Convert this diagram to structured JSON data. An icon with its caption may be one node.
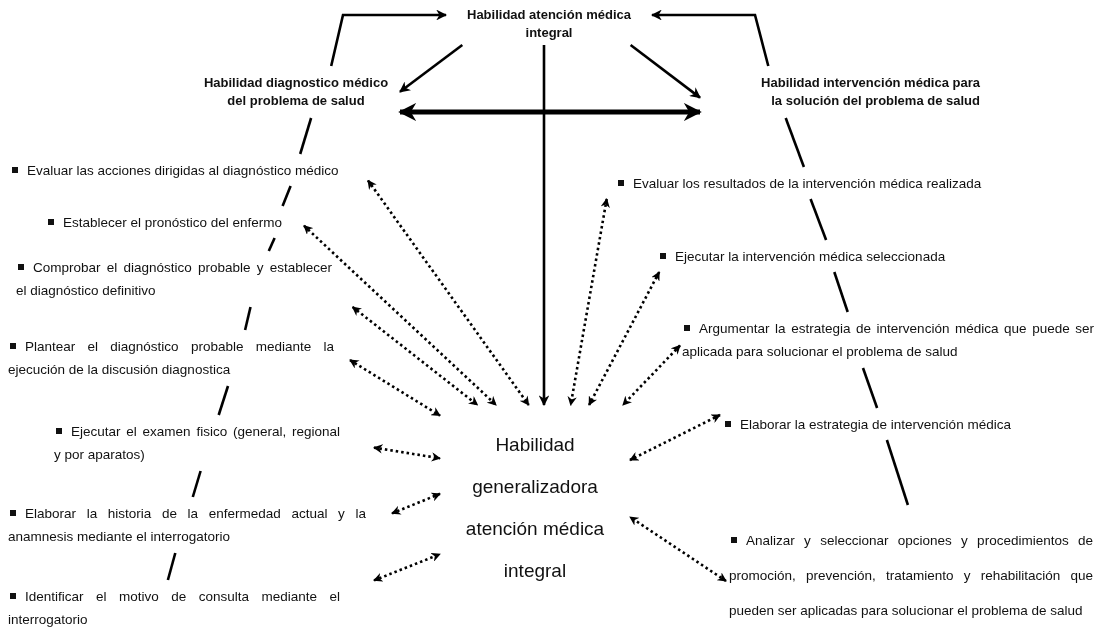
{
  "diagram": {
    "nodes": [
      {
        "text": [
          "Habilidad atención médica integral"
        ]
      },
      {
        "text": [
          "Habilidad diagnostico médico del problema de salud"
        ]
      },
      {
        "text": [
          "Habilidad intervención médica para la solución del problema de salud"
        ]
      },
      {
        "text": [
          "Habilidad generalizadora atención médica integral"
        ]
      },
      {
        "text": [
          "Evaluar las acciones dirigidas al diagnóstico médico"
        ]
      },
      {
        "text": [
          "Establecer el pronóstico del enfermo"
        ]
      },
      {
        "text": [
          "Comprobar el diagnóstico probable y establecer el diagnóstico definitivo"
        ]
      },
      {
        "text": [
          "Plantear el diagnóstico probable mediante la ejecución de la discusión diagnostica"
        ]
      },
      {
        "text": [
          "Ejecutar el examen fisico (general, regional y por aparatos)"
        ]
      },
      {
        "text": [
          "Elaborar la historia de la enfermedad actual y la anamnesis mediante el interrogatorio"
        ]
      },
      {
        "text": [
          "Identificar el motivo de consulta mediante el interrogatorio"
        ]
      },
      {
        "text": [
          "Evaluar los resultados de la intervención médica realizada"
        ]
      },
      {
        "text": [
          "Ejecutar la intervención médica seleccionada"
        ]
      },
      {
        "text": [
          "Argumentar la estrategia de intervención médica que puede ser  aplicada para solucionar el problema de salud"
        ]
      },
      {
        "text": [
          "Elaborar la estrategia de  intervención médica"
        ]
      },
      {
        "text": [
          "Analizar y seleccionar opciones y procedimientos de promoción, prevención, tratamiento y rehabilitación que pueden ser aplicadas para solucionar el problema de salud"
        ]
      }
    ],
    "edges": [
      {
        "from": 1,
        "to": 0,
        "arrow": "to"
      },
      {
        "from": 2,
        "to": 0,
        "arrow": "to"
      },
      {
        "from": 0,
        "to": 1,
        "arrow": "to"
      },
      {
        "from": 0,
        "to": 2,
        "arrow": "to"
      },
      {
        "from": 0,
        "to": 3,
        "arrow": "to"
      },
      {
        "from": 1,
        "to": 2,
        "arrow": "both",
        "style": "thick"
      },
      {
        "from": 1,
        "to": 4,
        "arrow": "none"
      },
      {
        "from": 4,
        "to": 5,
        "arrow": "none"
      },
      {
        "from": 5,
        "to": 6,
        "arrow": "none"
      },
      {
        "from": 6,
        "to": 7,
        "arrow": "none"
      },
      {
        "from": 7,
        "to": 8,
        "arrow": "none"
      },
      {
        "from": 8,
        "to": 9,
        "arrow": "none"
      },
      {
        "from": 9,
        "to": 10,
        "arrow": "none"
      },
      {
        "from": 2,
        "to": 11,
        "arrow": "none"
      },
      {
        "from": 11,
        "to": 12,
        "arrow": "none"
      },
      {
        "from": 12,
        "to": 13,
        "arrow": "none"
      },
      {
        "from": 13,
        "to": 14,
        "arrow": "none"
      },
      {
        "from": 14,
        "to": 15,
        "arrow": "none"
      },
      {
        "from": 4,
        "to": 3,
        "arrow": "both",
        "style": "dashed"
      },
      {
        "from": 5,
        "to": 3,
        "arrow": "both",
        "style": "dashed"
      },
      {
        "from": 6,
        "to": 3,
        "arrow": "both",
        "style": "dashed"
      },
      {
        "from": 7,
        "to": 3,
        "arrow": "both",
        "style": "dashed"
      },
      {
        "from": 8,
        "to": 3,
        "arrow": "both",
        "style": "dashed"
      },
      {
        "from": 9,
        "to": 3,
        "arrow": "both",
        "style": "dashed"
      },
      {
        "from": 10,
        "to": 3,
        "arrow": "both",
        "style": "dashed"
      },
      {
        "from": 11,
        "to": 3,
        "arrow": "both",
        "style": "dashed"
      },
      {
        "from": 12,
        "to": 3,
        "arrow": "both",
        "style": "dashed"
      },
      {
        "from": 13,
        "to": 3,
        "arrow": "both",
        "style": "dashed"
      },
      {
        "from": 14,
        "to": 3,
        "arrow": "both",
        "style": "dashed"
      },
      {
        "from": 15,
        "to": 3,
        "arrow": "both",
        "style": "dashed"
      }
    ]
  }
}
